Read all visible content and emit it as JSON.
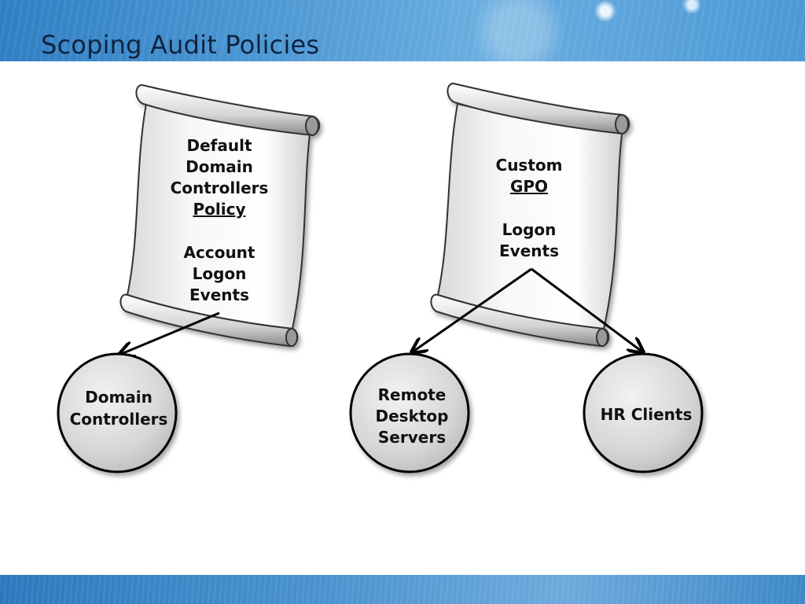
{
  "slide": {
    "title": "Scoping Audit Policies"
  },
  "policies": [
    {
      "id": "left",
      "lines": [
        "Default",
        "Domain",
        "Controllers"
      ],
      "underlined": "Policy",
      "events": [
        "Account",
        "Logon",
        "Events"
      ]
    },
    {
      "id": "right",
      "lines": [
        "Custom"
      ],
      "underlined": "GPO",
      "events": [
        "Logon",
        "Events"
      ]
    }
  ],
  "targets": [
    {
      "id": "dc",
      "lines": [
        "Domain",
        "Controllers"
      ]
    },
    {
      "id": "rds",
      "lines": [
        "Remote",
        "Desktop",
        "Servers"
      ]
    },
    {
      "id": "hr",
      "lines": [
        "HR Clients"
      ]
    }
  ]
}
